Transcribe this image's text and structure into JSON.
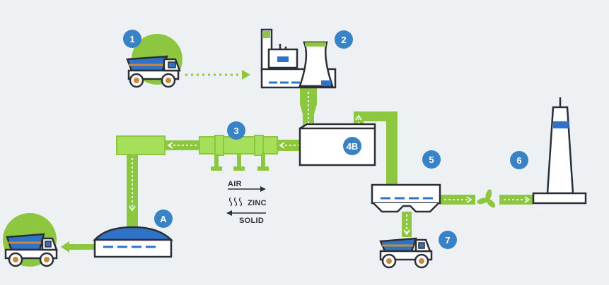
{
  "colors": {
    "background": "#eef1f4",
    "green": "#8dc63f",
    "light_green": "#a6e05a",
    "badge_blue": "#3a82c6",
    "accent_blue": "#2f73c9",
    "outline": "#2b2f36",
    "fill_white": "#ffffff"
  },
  "steps": [
    {
      "id": "step-1",
      "label": "1"
    },
    {
      "id": "step-2",
      "label": "2"
    },
    {
      "id": "step-3",
      "label": "3"
    },
    {
      "id": "step-4b",
      "label": "4B"
    },
    {
      "id": "step-5",
      "label": "5"
    },
    {
      "id": "step-6",
      "label": "6"
    },
    {
      "id": "step-7",
      "label": "7"
    },
    {
      "id": "step-a",
      "label": "A"
    }
  ],
  "legend": {
    "air": "AIR",
    "zinc": "ZINC",
    "solid": "SOLID"
  },
  "icons": {
    "truck_1": "dump-truck-icon",
    "factory": "factory-icon",
    "cooling_tower": "cooling-tower-icon",
    "rotary_kiln": "rotary-kiln-icon",
    "hopper": "hopper-icon",
    "filter_unit": "filter-unit-icon",
    "fan": "fan-icon",
    "stack": "chimney-stack-icon",
    "storage_pile": "storage-pile-icon",
    "truck_a": "dump-truck-icon",
    "truck_7": "dump-truck-icon"
  }
}
